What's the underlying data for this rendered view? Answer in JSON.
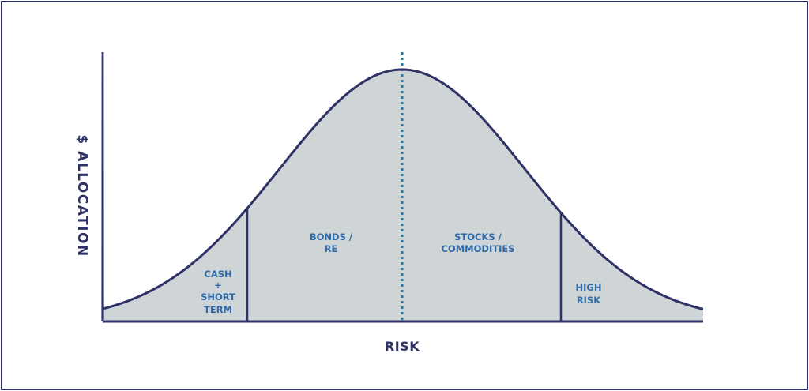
{
  "diagram": {
    "y_axis_label": "$ ALLOCATION",
    "x_axis_label": "RISK",
    "regions": [
      {
        "id": "cash",
        "lines": [
          "CASH",
          "+",
          "SHORT",
          "TERM"
        ]
      },
      {
        "id": "bonds",
        "lines": [
          "BONDS /",
          "RE"
        ]
      },
      {
        "id": "stocks",
        "lines": [
          "STOCKS /",
          "COMMODITIES"
        ]
      },
      {
        "id": "high-risk",
        "lines": [
          "HIGH",
          "RISK"
        ]
      }
    ],
    "colors": {
      "curve": "#2e3266",
      "fill": "#cfd4d7",
      "mean_line": "#1d7aa0",
      "region_text": "#2d6aa8",
      "frame": "#2e3266"
    }
  }
}
